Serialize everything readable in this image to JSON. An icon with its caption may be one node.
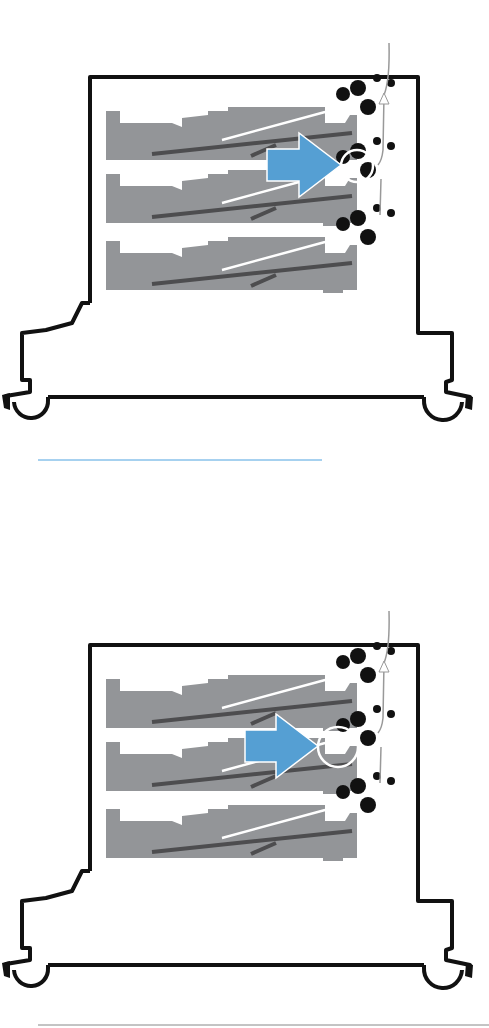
{
  "diagram": {
    "nodes": [
      {
        "text": [],
        "shape": "circle"
      },
      {
        "text": [],
        "shape": "circle"
      }
    ],
    "edges": [
      {
        "from": null,
        "to": 0,
        "arrow": "to"
      },
      {
        "from": null,
        "to": 1,
        "arrow": "to"
      }
    ]
  }
}
